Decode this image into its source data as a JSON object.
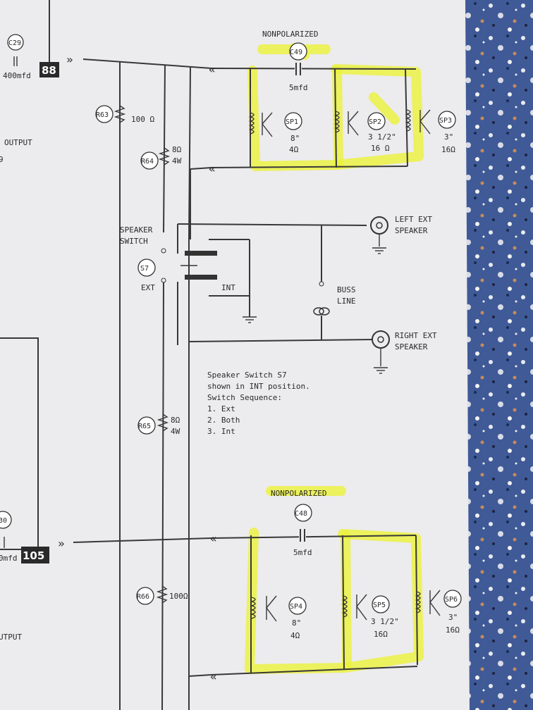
{
  "colors": {
    "paper": "#ecebed",
    "ink": "#383838",
    "highlighter": "#ecf23a",
    "countertop": "#3f5a96"
  },
  "top_section": {
    "cap_left": {
      "ref": "C29",
      "value": "400mfd"
    },
    "terminal": "88",
    "left_label": "OUTPUT",
    "left_ref_fragment": "9",
    "r63": {
      "ref": "R63",
      "value": "100 Ω"
    },
    "r64": {
      "ref": "R64",
      "value": "8Ω",
      "watts": "4W"
    },
    "cap_c49": {
      "note": "NONPOLARIZED",
      "ref": "C49",
      "value": "5mfd"
    },
    "speakers": [
      {
        "ref": "SP1",
        "size": "8\"",
        "imp": "4Ω"
      },
      {
        "ref": "SP2",
        "size": "3 1/2\"",
        "imp": "16 Ω"
      },
      {
        "ref": "SP3",
        "size": "3\"",
        "imp": "16Ω"
      }
    ]
  },
  "switch_section": {
    "speaker_switch": "SPEAKER",
    "speaker_switch_line2": "SWITCH",
    "ref": "S7",
    "ext": "EXT",
    "int": "INT",
    "left_ext": "LEFT EXT",
    "left_ext_line2": "SPEAKER",
    "buss": "BUSS",
    "buss_line2": "LINE",
    "right_ext": "RIGHT EXT",
    "right_ext_line2": "SPEAKER",
    "note_lines": [
      "Speaker Switch S7",
      "shown in INT position.",
      "Switch Sequence:",
      "1. Ext",
      "2. Both",
      "3. Int"
    ],
    "r65": {
      "ref": "R65",
      "value": "8Ω",
      "watts": "4W"
    }
  },
  "bottom_section": {
    "cap_left": {
      "ref_fragment": "30",
      "value_fragment": "0mfd"
    },
    "terminal": "105",
    "left_label": "UTPUT",
    "r66": {
      "ref": "R66",
      "value": "100Ω"
    },
    "cap_c48": {
      "note": "NONPOLARIZED",
      "ref": "C48",
      "value": "5mfd"
    },
    "speakers": [
      {
        "ref": "SP4",
        "size": "8\"",
        "imp": "4Ω"
      },
      {
        "ref": "SP5",
        "size": "3 1/2\"",
        "imp": "16Ω"
      },
      {
        "ref": "SP6",
        "size": "3\"",
        "imp": "16Ω"
      }
    ]
  }
}
